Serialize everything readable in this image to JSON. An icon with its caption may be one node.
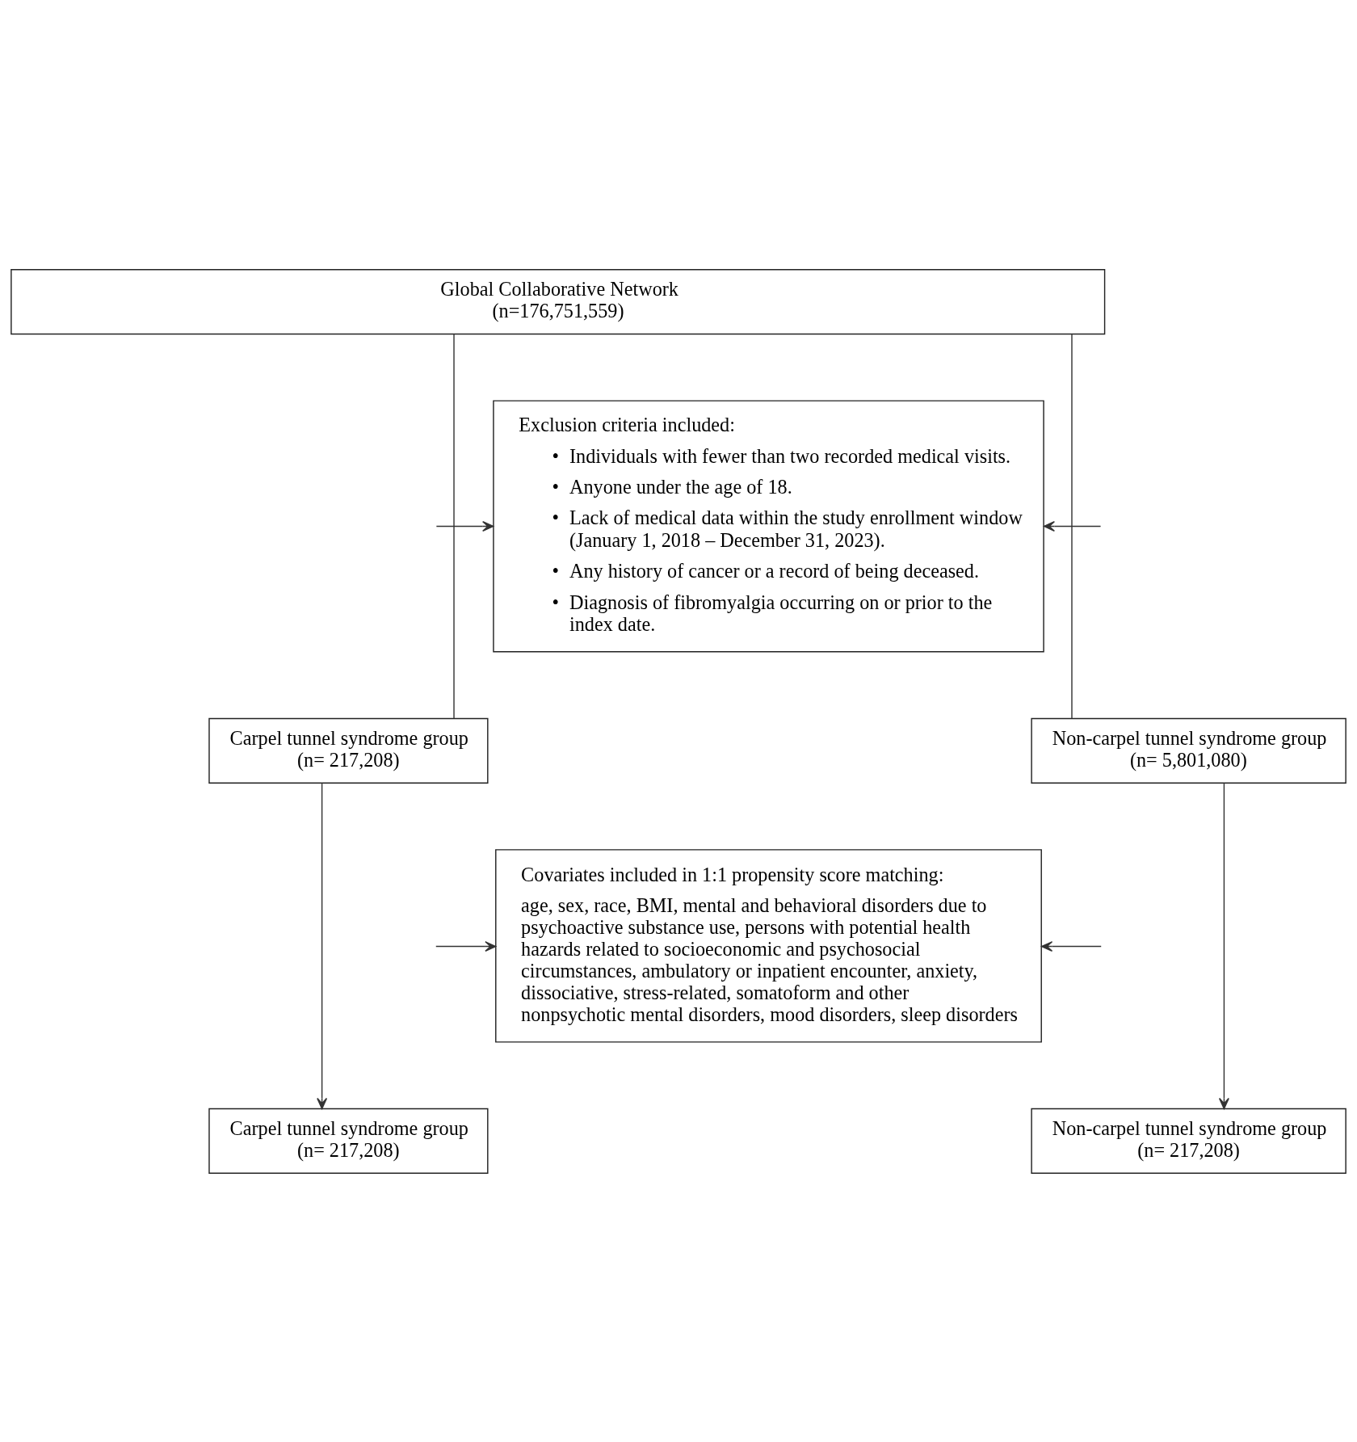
{
  "diagram": {
    "nodes": [
      {
        "text": [
          "Global Collaborative Network",
          "(n=176,751,559)"
        ]
      },
      {
        "text": [
          "Exclusion criteria included:",
          "• Individuals with fewer than two recorded medical visits.",
          "• Anyone under the age of 18.",
          "• Lack of medical data within the study enrollment window (January 1, 2018 – December 31, 2023).",
          "• Any history of cancer or a record of being deceased.",
          "• Diagnosis of fibromyalgia occurring on or prior to the index date."
        ]
      },
      {
        "text": [
          "Carpel tunnel syndrome group",
          "(n= 217,208)"
        ]
      },
      {
        "text": [
          "Non-carpel tunnel syndrome group",
          "(n= 5,801,080)"
        ]
      },
      {
        "text": [
          "Covariates included in 1:1 propensity score matching:",
          "age, sex, race, BMI, mental and behavioral disorders due to psychoactive substance use, persons with potential health hazards related to socioeconomic and psychosocial circumstances, ambulatory or inpatient encounter, anxiety, dissociative, stress-related, somatoform and other nonpsychotic mental disorders, mood disorders, sleep disorders"
        ]
      },
      {
        "text": [
          "Carpel tunnel syndrome group",
          "(n= 217,208)"
        ]
      },
      {
        "text": [
          "Non-carpel tunnel syndrome group",
          "(n= 217,208)"
        ]
      }
    ],
    "edges": [
      {
        "from": 0,
        "to": 2,
        "arrow": "none"
      },
      {
        "from": 0,
        "to": 3,
        "arrow": "none"
      },
      {
        "from": null,
        "to": 1,
        "arrow": "to"
      },
      {
        "from": null,
        "to": 1,
        "arrow": "to"
      },
      {
        "from": 2,
        "to": 5,
        "arrow": "to"
      },
      {
        "from": 3,
        "to": 6,
        "arrow": "to"
      },
      {
        "from": null,
        "to": 4,
        "arrow": "to"
      },
      {
        "from": null,
        "to": 4,
        "arrow": "to"
      }
    ]
  }
}
